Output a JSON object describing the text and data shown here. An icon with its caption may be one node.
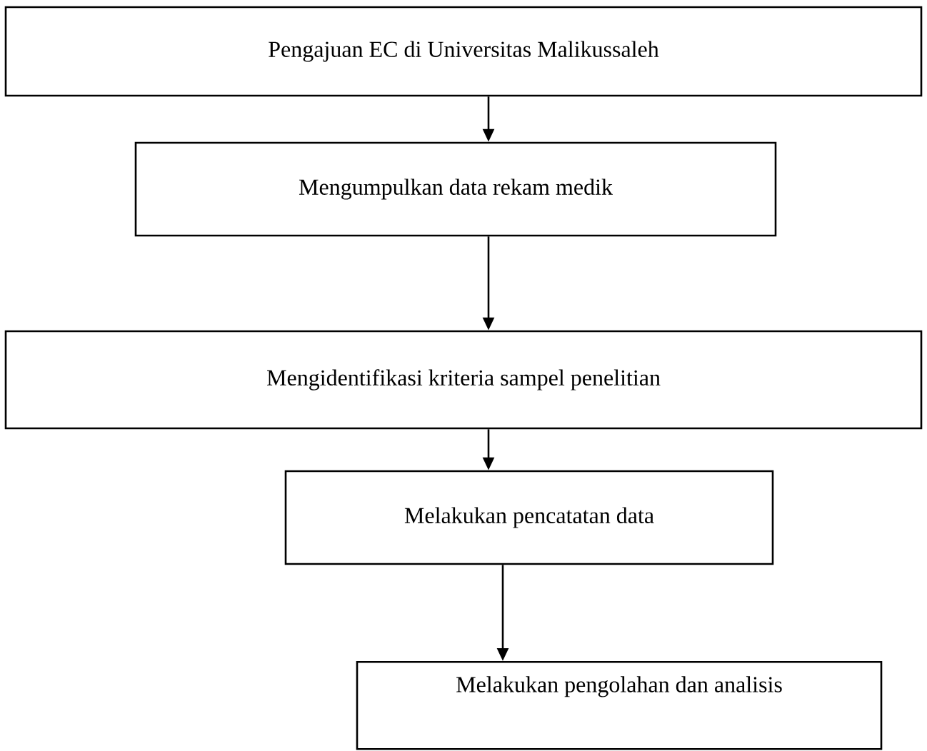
{
  "diagram": {
    "nodes": [
      {
        "text": [
          "Pengajuan EC di Universitas Malikussaleh"
        ]
      },
      {
        "text": [
          "Mengumpulkan data rekam medik"
        ]
      },
      {
        "text": [
          "Mengidentifikasi kriteria sampel penelitian"
        ]
      },
      {
        "text": [
          "Melakukan pencatatan data"
        ]
      },
      {
        "text": [
          "Melakukan pengolahan dan analisis"
        ]
      }
    ],
    "edges": [
      {
        "from": 0,
        "to": 1,
        "arrow": "to"
      },
      {
        "from": 1,
        "to": 2,
        "arrow": "to"
      },
      {
        "from": 2,
        "to": 3,
        "arrow": "to"
      },
      {
        "from": 3,
        "to": 4,
        "arrow": "to"
      }
    ]
  }
}
